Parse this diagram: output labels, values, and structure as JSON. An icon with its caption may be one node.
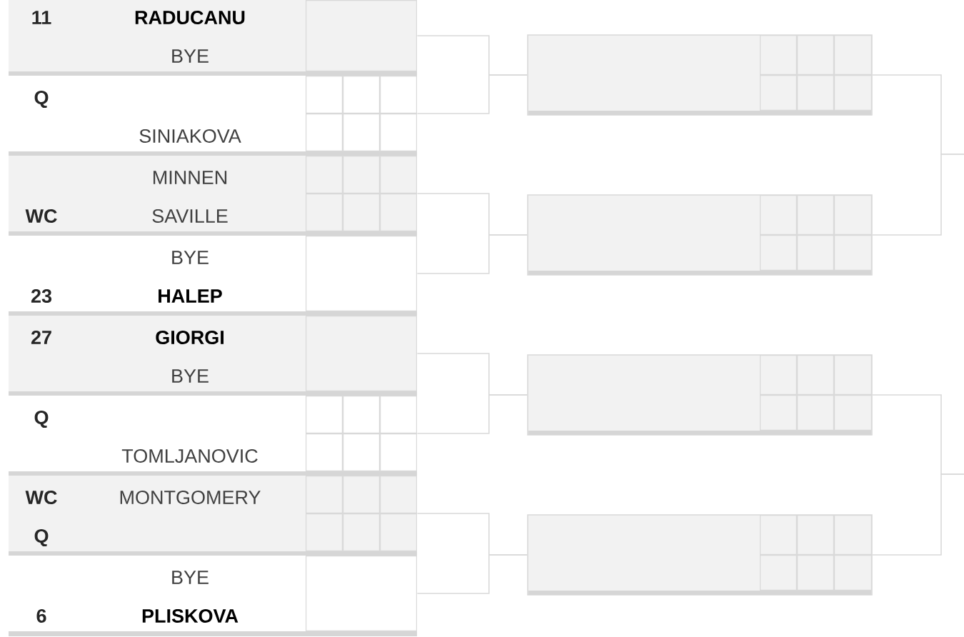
{
  "diagram": {
    "nodes": [
      {
        "text": [
          "11",
          "RADUCANU",
          "BYE"
        ]
      },
      {
        "text": [
          "Q",
          "SINIAKOVA"
        ]
      },
      {
        "text": [
          "MINNEN",
          "WC",
          "SAVILLE"
        ]
      },
      {
        "text": [
          "BYE",
          "23",
          "HALEP"
        ]
      },
      {
        "text": [
          "27",
          "GIORGI",
          "BYE"
        ]
      },
      {
        "text": [
          "Q",
          "TOMLJANOVIC"
        ]
      },
      {
        "text": [
          "WC",
          "MONTGOMERY",
          "Q"
        ]
      },
      {
        "text": [
          "BYE",
          "6",
          "PLISKOVA"
        ]
      },
      {
        "text": [],
        "shape": "box"
      },
      {
        "text": [],
        "shape": "box"
      },
      {
        "text": [],
        "shape": "box"
      },
      {
        "text": [],
        "shape": "box"
      }
    ],
    "edges": [
      {
        "from": 0,
        "to": 8,
        "arrow": "none"
      },
      {
        "from": 1,
        "to": 8,
        "arrow": "none"
      },
      {
        "from": 2,
        "to": 9,
        "arrow": "none"
      },
      {
        "from": 3,
        "to": 9,
        "arrow": "none"
      },
      {
        "from": 4,
        "to": 10,
        "arrow": "none"
      },
      {
        "from": 5,
        "to": 10,
        "arrow": "none"
      },
      {
        "from": 6,
        "to": 11,
        "arrow": "none"
      },
      {
        "from": 7,
        "to": 11,
        "arrow": "none"
      },
      {
        "from": 8,
        "to": null,
        "arrow": "none"
      },
      {
        "from": 9,
        "to": null,
        "arrow": "none"
      },
      {
        "from": 10,
        "to": null,
        "arrow": "none"
      },
      {
        "from": 11,
        "to": null,
        "arrow": "none"
      }
    ]
  }
}
